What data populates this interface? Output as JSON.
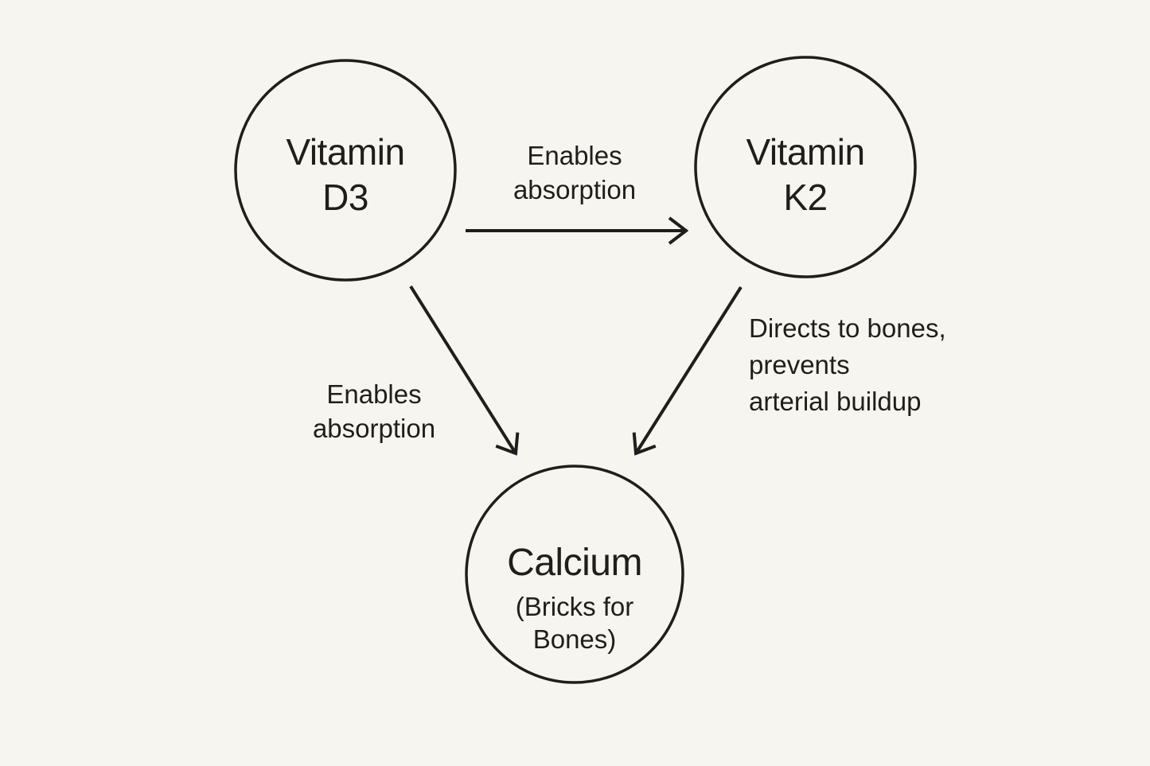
{
  "canvas": {
    "background_color": "#f7f5ef",
    "ink_color": "#1f1e1c"
  },
  "nodes": [
    {
      "id": "vitamin-d3",
      "title": "Vitamin\nD3"
    },
    {
      "id": "vitamin-k2",
      "title": "Vitamin\nK2"
    },
    {
      "id": "calcium",
      "title": "Calcium",
      "subtitle": "(Bricks for\nBones)"
    }
  ],
  "edges": [
    {
      "from": "vitamin-d3",
      "to": "vitamin-k2",
      "label": "Enables\nabsorption"
    },
    {
      "from": "vitamin-d3",
      "to": "calcium",
      "label": "Enables\nabsorption"
    },
    {
      "from": "vitamin-k2",
      "to": "calcium",
      "label": "Directs to bones,\nprevents\narterial buildup"
    }
  ]
}
